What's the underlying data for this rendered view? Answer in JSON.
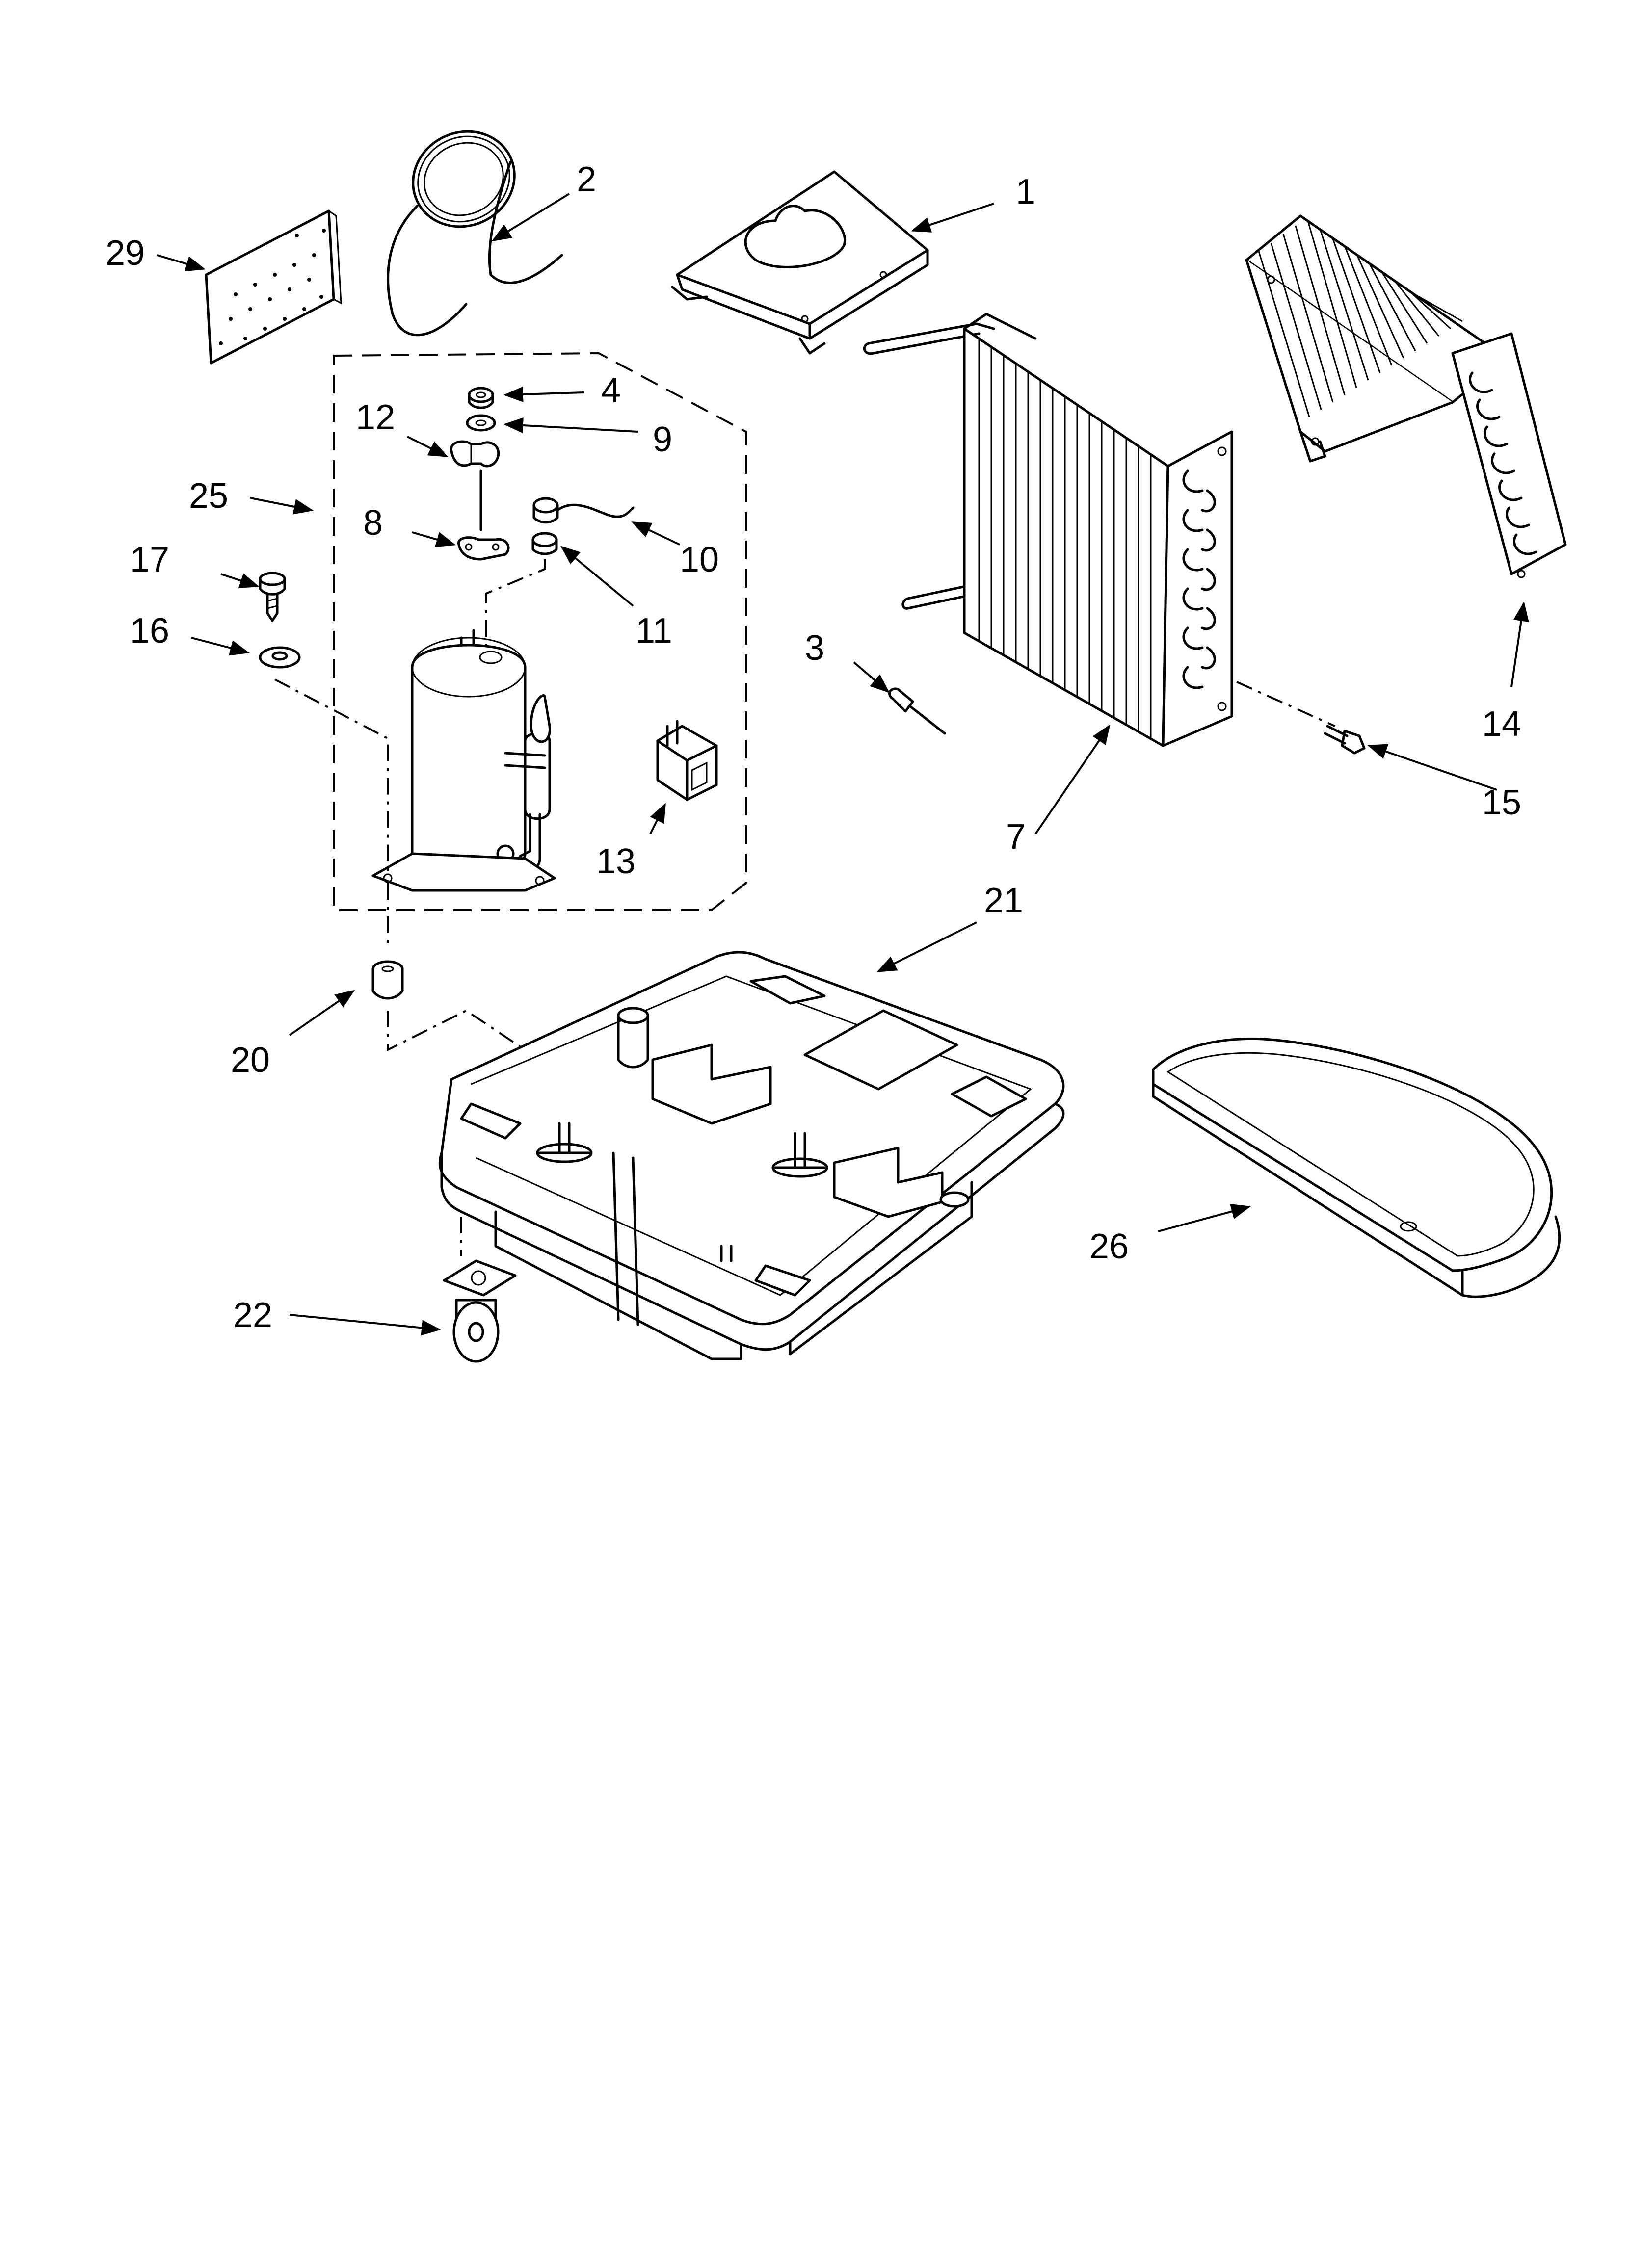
{
  "callouts": [
    {
      "id": "1",
      "label": "1"
    },
    {
      "id": "2",
      "label": "2"
    },
    {
      "id": "3",
      "label": "3"
    },
    {
      "id": "4",
      "label": "4"
    },
    {
      "id": "7",
      "label": "7"
    },
    {
      "id": "8",
      "label": "8"
    },
    {
      "id": "9",
      "label": "9"
    },
    {
      "id": "10",
      "label": "10"
    },
    {
      "id": "11",
      "label": "11"
    },
    {
      "id": "12",
      "label": "12"
    },
    {
      "id": "13",
      "label": "13"
    },
    {
      "id": "14",
      "label": "14"
    },
    {
      "id": "15",
      "label": "15"
    },
    {
      "id": "16",
      "label": "16"
    },
    {
      "id": "17",
      "label": "17"
    },
    {
      "id": "20",
      "label": "20"
    },
    {
      "id": "21",
      "label": "21"
    },
    {
      "id": "22",
      "label": "22"
    },
    {
      "id": "25",
      "label": "25"
    },
    {
      "id": "26",
      "label": "26"
    },
    {
      "id": "29",
      "label": "29"
    }
  ]
}
